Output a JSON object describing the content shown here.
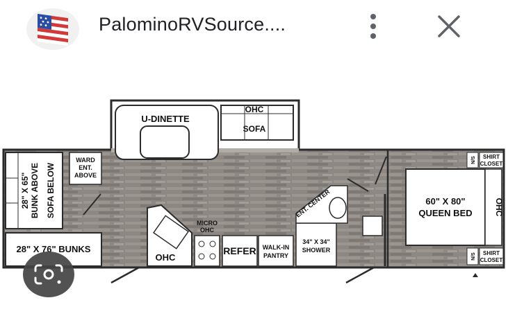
{
  "header": {
    "site_title": "PalominoRVSource....",
    "site_icon": "us-flag-icon",
    "menu_icon": "more-vert-icon",
    "close_icon": "close-icon"
  },
  "floorplan": {
    "u_dinette": "U-DINETTE",
    "ohc_top": "OHC",
    "sofa": "SOFA",
    "ward_1": "WARD",
    "ward_2": "ENT.",
    "ward_3": "ABOVE",
    "bunk_1": "28\" X 65\"",
    "bunk_2": "BUNK ABOVE",
    "sofa_below": "SOFA BELOW",
    "bunks_lower": "28\" X 76\" BUNKS",
    "ohc_kitchen": "OHC",
    "micro_1": "MICRO",
    "micro_2": "OHC",
    "refer": "REFER",
    "pantry_1": "WALK-IN",
    "pantry_2": "PANTRY",
    "shower_1": "34\" X 34\"",
    "shower_2": "SHOWER",
    "ent_center": "ENT. CENTER",
    "bed_1": "60\" X 80\"",
    "bed_2": "QUEEN BED",
    "ohc_bed": "OHC",
    "ns_top": "N/S",
    "closet_top_1": "SHIRT",
    "closet_top_2": "CLOSET",
    "ns_bottom": "N/S",
    "closet_bottom_1": "SHIRT",
    "closet_bottom_2": "CLOSET"
  },
  "overlay": {
    "lens_icon": "google-lens-icon"
  },
  "colors": {
    "floor": "#8a8580",
    "wall": "#2b2b2b",
    "accent_blue": "#2a4ea6",
    "accent_red": "#d23a3a"
  }
}
